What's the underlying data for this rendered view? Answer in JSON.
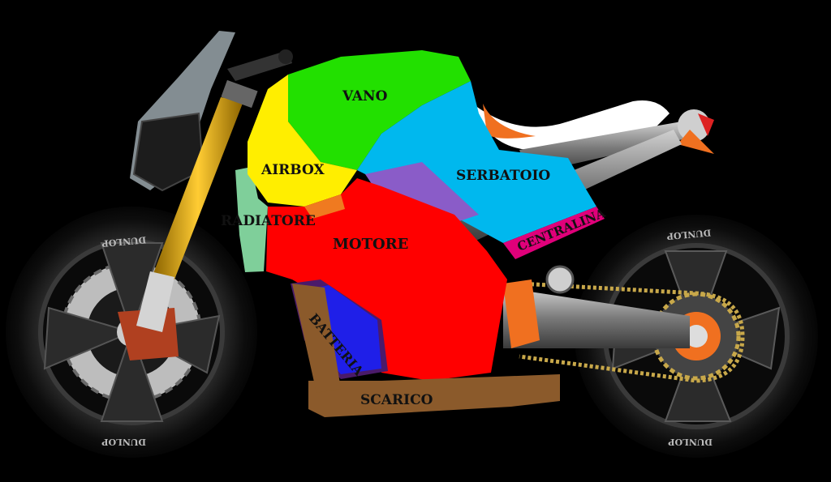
{
  "diagram": {
    "background": "#000000",
    "regions": [
      {
        "id": "vano",
        "label": "VANO",
        "color": "#22e000"
      },
      {
        "id": "airbox",
        "label": "AIRBOX",
        "color": "#ffee00"
      },
      {
        "id": "serbatoio",
        "label": "SERBATOIO",
        "color": "#00b8ee"
      },
      {
        "id": "radiatore",
        "label": "RADIATORE",
        "color": "#7fcf9a"
      },
      {
        "id": "motore",
        "label": "MOTORE",
        "color": "#ff0000"
      },
      {
        "id": "centralina",
        "label": "CENTRALINA",
        "color": "#e0007a"
      },
      {
        "id": "batteria",
        "label": "BATTERIA",
        "color": "#1f1fe8"
      },
      {
        "id": "scarico",
        "label": "SCARICO",
        "color": "#8b5a2b"
      }
    ],
    "tire_brand": "DUNLOP",
    "colors": {
      "rim": "#1a1a1a",
      "tire": "#111111",
      "fork": "#d9a200",
      "frame": "#8a8a8a",
      "accent_orange": "#f07020",
      "chain": "#c8a84a"
    }
  }
}
